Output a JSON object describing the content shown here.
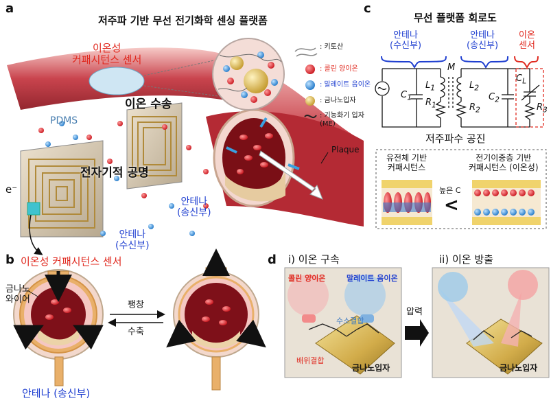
{
  "panel_a": {
    "letter": "a",
    "title": "저주파 기반 무선 전기화학 센싱 플랫폼",
    "sensor_label": "이온성\n커패시턴스 센서",
    "ion_transport": "이온 수송",
    "pdms": "PDMS",
    "resonance": "전자기적 공명",
    "electron": "e⁻",
    "antenna_tx": "안테나\n(송신부)",
    "antenna_rx": "안테나\n(수신부)",
    "plaque": "Plaque",
    "legend": [
      {
        "icon": "chitosan-icon",
        "text": ": 키토산",
        "color": "#111111"
      },
      {
        "icon": "choline-cation-icon",
        "text": ": 콜린 양이온",
        "color": "#e0281e"
      },
      {
        "icon": "malate-anion-icon",
        "text": ": 말레이트 음이온",
        "color": "#1f3fd0"
      },
      {
        "icon": "gold-nanoparticle-icon",
        "text": ": 금나노입자",
        "color": "#111111"
      },
      {
        "icon": "functional-particle-icon",
        "text": ": 기능화기 입자\n(ME)",
        "color": "#111111"
      }
    ]
  },
  "panel_b": {
    "letter": "b",
    "sensor_label": "이온성 커패시턴스 센서",
    "gold_nanowire": "금나노\n와이어",
    "expand": "팽창",
    "contract": "수축",
    "antenna_tx": "안테나 (송신부)"
  },
  "panel_c": {
    "letter": "c",
    "title": "무선 플랫폼 회로도",
    "rx_antenna": "안테나\n(수신부)",
    "tx_antenna": "안테나\n(송신부)",
    "ion_sensor": "이온\n센서",
    "resonance": "저주파수 공진",
    "dielectric": "유전체 기반\n커패시턴스",
    "edl": "전기이중층 기반\n커패시턴스 (이온성)",
    "high_c": "높은 C",
    "less_than": "<",
    "components": {
      "C1": "C",
      "L1": "L",
      "R1": "R",
      "M": "M",
      "L2": "L",
      "R2": "R",
      "C2": "C",
      "CL": "C",
      "R3": "R"
    }
  },
  "panel_d": {
    "letter": "d",
    "step1": "i) 이온 구속",
    "step2": "ii) 이온 방출",
    "choline": "콜린 양이온",
    "malate": "말레이트 음이온",
    "hbond": "수소결합",
    "coordination": "배위결합",
    "gold_particle": "금나노입자",
    "pressure": "압력"
  },
  "colors": {
    "red": "#e0281e",
    "blue": "#1f3fd0",
    "vessel": "#c9303a",
    "gold": "#d4b04a"
  }
}
